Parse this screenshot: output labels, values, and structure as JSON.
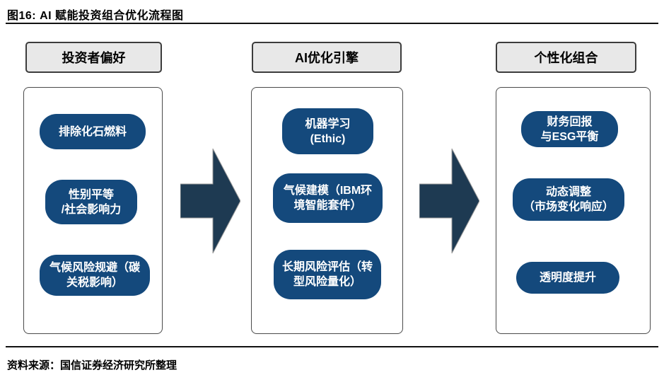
{
  "figure": {
    "title": "图16: AI 赋能投资组合优化流程图",
    "source": "资料来源：国信证券经济研究所整理"
  },
  "flow": {
    "columns": [
      {
        "header": "投资者偏好",
        "items": [
          {
            "label": "排除化石燃料"
          },
          {
            "label": "性别平等\n/社会影响力"
          },
          {
            "label": "气候风险规避（碳\n关税影响）"
          }
        ]
      },
      {
        "header": "AI优化引擎",
        "items": [
          {
            "label": "机器学习\n(Ethic)"
          },
          {
            "label": "气候建模（IBM环\n境智能套件）"
          },
          {
            "label": "长期风险评估（转\n型风险量化）"
          }
        ]
      },
      {
        "header": "个性化组合",
        "items": [
          {
            "label": "财务回报\n与ESG平衡"
          },
          {
            "label": "动态调整\n（市场变化响应）"
          },
          {
            "label": "透明度提升"
          }
        ]
      }
    ],
    "arrows": [
      {
        "icon": "right-block-arrow"
      },
      {
        "icon": "right-block-arrow"
      }
    ]
  },
  "colors": {
    "pill_blue": "#14497c",
    "arrow_navy": "#1e3a52",
    "header_gray": "#e8e8e8",
    "panel_border": "#4a4a4a",
    "text_black": "#000000",
    "pill_text_white": "#ffffff"
  }
}
